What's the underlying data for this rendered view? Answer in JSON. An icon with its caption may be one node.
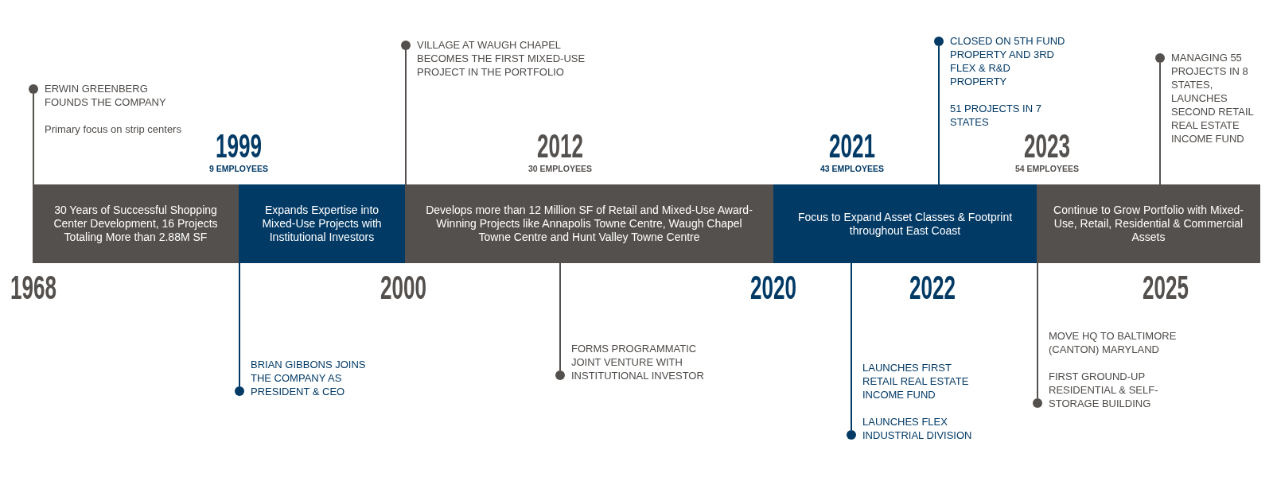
{
  "diagram": {
    "nodes": [
      {
        "text": [],
        "shape": "circle",
        "beside": [
          "ERWIN GREENBERG FOUNDS THE COMPANY",
          "Primary focus on strip centers"
        ]
      },
      {
        "text": [],
        "shape": "circle",
        "beside": [
          "VILLAGE AT WAUGH CHAPEL BECOMES THE FIRST MIXED-USE PROJECT IN THE PORTFOLIO"
        ]
      },
      {
        "text": [],
        "shape": "circle",
        "beside": [
          "CLOSED ON 5TH FUND PROPERTY AND 3RD FLEX & R&D PROPERTY",
          "51 PROJECTS IN 7 STATES"
        ]
      },
      {
        "text": [],
        "shape": "circle",
        "beside": [
          "MANAGING 55 PROJECTS IN 8 STATES, LAUNCHES SECOND RETAIL REAL ESTATE INCOME FUND"
        ]
      },
      {
        "text": [
          "30 Years of Successful Shopping Center Development, 16 Projects Totaling More than 2.88M SF"
        ]
      },
      {
        "text": [
          "Expands Expertise into Mixed-Use Projects with Institutional Investors"
        ]
      },
      {
        "text": [
          "Develops more than 12 Million SF of Retail and Mixed-Use Award-Winning Projects like Annapolis Towne Centre, Waugh Chapel Towne Centre and Hunt Valley Towne Centre"
        ]
      },
      {
        "text": [
          "Focus to Expand Asset Classes & Footprint throughout East Coast"
        ]
      },
      {
        "text": [
          "Continue to Grow Portfolio with Mixed-Use, Retail, Residential & Commercial Assets"
        ]
      },
      {
        "text": [],
        "shape": "circle",
        "beside": [
          "BRIAN GIBBONS JOINS THE COMPANY AS PRESIDENT & CEO"
        ]
      },
      {
        "text": [],
        "shape": "circle",
        "beside": [
          "FORMS PROGRAMMATIC JOINT VENTURE WITH INSTITUTIONAL INVESTOR"
        ]
      },
      {
        "text": [],
        "shape": "circle",
        "beside": [
          "LAUNCHES FIRST RETAIL REAL ESTATE INCOME FUND",
          "LAUNCHES FLEX INDUSTRIAL DIVISION"
        ]
      },
      {
        "text": [],
        "shape": "circle",
        "beside": [
          "MOVE HQ TO BALTIMORE (CANTON) MARYLAND",
          "FIRST GROUND-UP RESIDENTIAL & SELF-STORAGE BUILDING"
        ]
      }
    ],
    "edges": [
      {
        "from": 0,
        "to": 4,
        "arrow": "none"
      },
      {
        "from": 1,
        "to": 6,
        "arrow": "none"
      },
      {
        "from": 2,
        "to": 7,
        "arrow": "none",
        "color": "#023a66"
      },
      {
        "from": 3,
        "to": 8,
        "arrow": "none"
      },
      {
        "from": 9,
        "to": 5,
        "arrow": "none",
        "color": "#023a66"
      },
      {
        "from": 10,
        "to": 6,
        "arrow": "none"
      },
      {
        "from": 11,
        "to": 7,
        "arrow": "none",
        "color": "#023a66"
      },
      {
        "from": 12,
        "to": 8,
        "arrow": "none"
      }
    ],
    "labels": [
      "1999",
      "9 EMPLOYEES",
      "2012",
      "30 EMPLOYEES",
      "2021",
      "43 EMPLOYEES",
      "2023",
      "54 EMPLOYEES",
      "1968",
      "2000",
      "2020",
      "2022",
      "2025"
    ]
  }
}
